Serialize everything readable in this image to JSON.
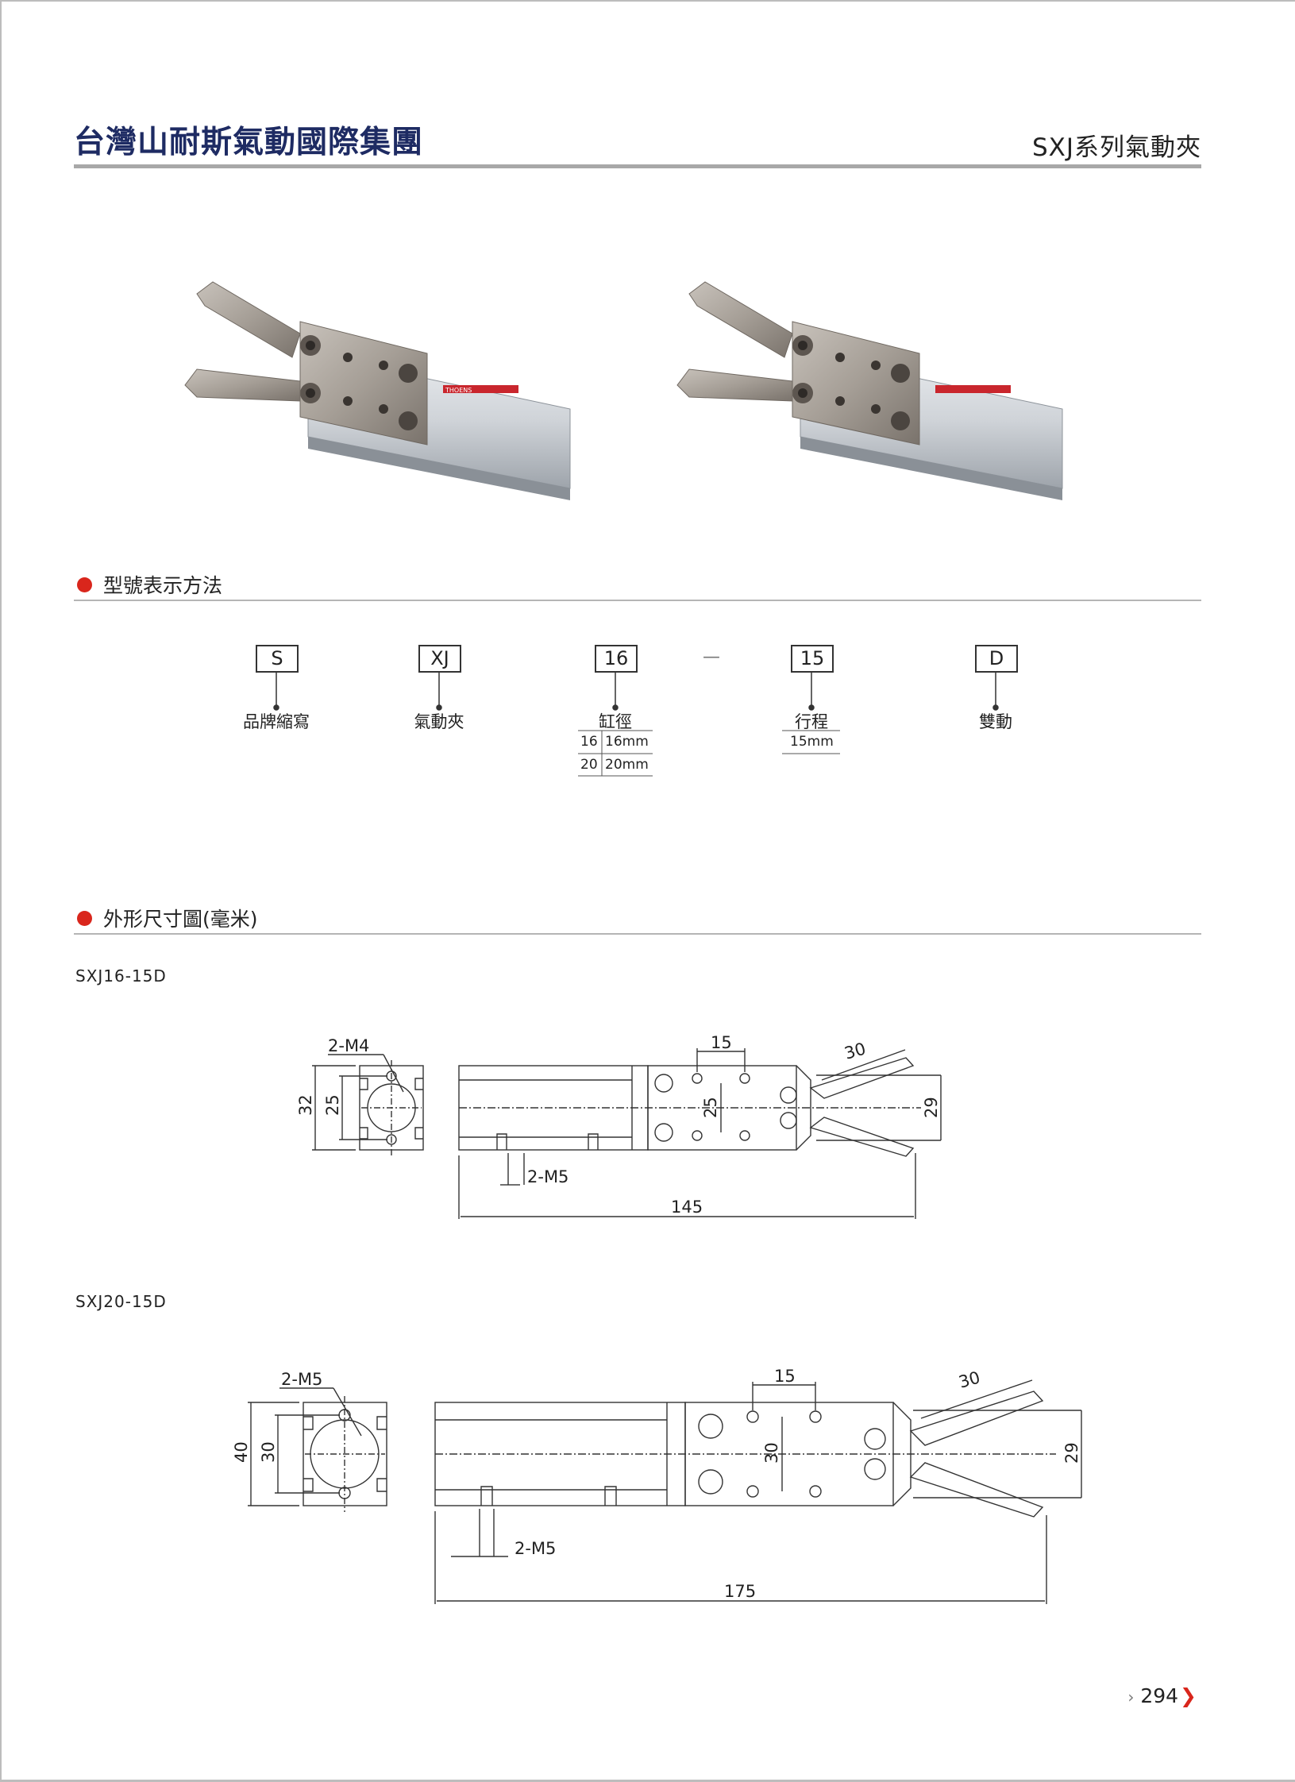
{
  "header": {
    "brand": "台灣山耐斯氣動國際集團",
    "series": "SXJ系列氣動夾"
  },
  "section_model": {
    "title": "型號表示方法",
    "codes": [
      {
        "code": "S",
        "label": "品牌縮寫"
      },
      {
        "code": "XJ",
        "label": "氣動夾"
      },
      {
        "code": "16",
        "label": "缸徑"
      },
      {
        "code": "15",
        "label": "行程"
      },
      {
        "code": "D",
        "label": "雙動"
      }
    ],
    "separator": "—",
    "bore_table": [
      {
        "key": "16",
        "value": "16mm"
      },
      {
        "key": "20",
        "value": "20mm"
      }
    ],
    "stroke_value": "15mm"
  },
  "section_dimensions": {
    "title": "外形尺寸圖(毫米)",
    "models": [
      {
        "name": "SXJ16-15D",
        "labels": {
          "holes_top": "2-M4",
          "outer": "32",
          "inner": "25",
          "holes_bottom": "2-M5",
          "total": "145",
          "pitch": "15",
          "jaw": "30",
          "center": "25",
          "opening": "29"
        }
      },
      {
        "name": "SXJ20-15D",
        "labels": {
          "holes_top": "2-M5",
          "outer": "40",
          "inner": "30",
          "holes_bottom": "2-M5",
          "total": "175",
          "pitch": "15",
          "jaw": "30",
          "center": "30",
          "opening": "29"
        }
      }
    ]
  },
  "product_label": "THOENS",
  "page": {
    "number": "294"
  },
  "colors": {
    "brand": "#1e2b63",
    "accent": "#d9261c",
    "rule": "#a8a8a8"
  }
}
